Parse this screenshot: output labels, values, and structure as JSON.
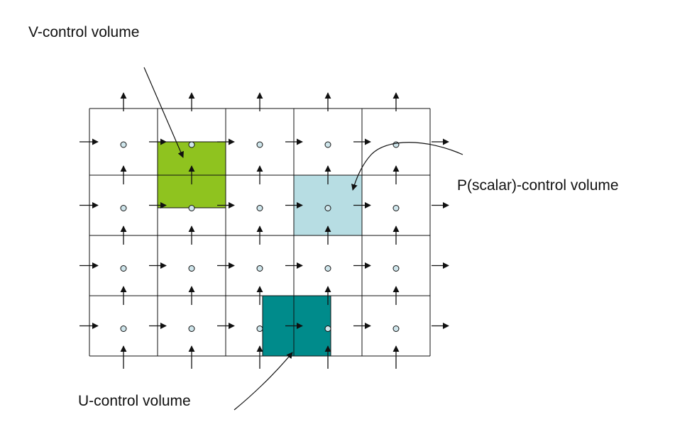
{
  "labels": {
    "v_control": "V-control volume",
    "p_control": "P(scalar)-control volume",
    "u_control": "U-control volume"
  },
  "grid": {
    "columns": 5,
    "rows": 4
  },
  "colors": {
    "v_volume": "#8fc31f",
    "p_volume": "#b7dde3",
    "u_volume": "#008b8b",
    "node_fill": "#cfe6ec",
    "line": "#111111"
  }
}
